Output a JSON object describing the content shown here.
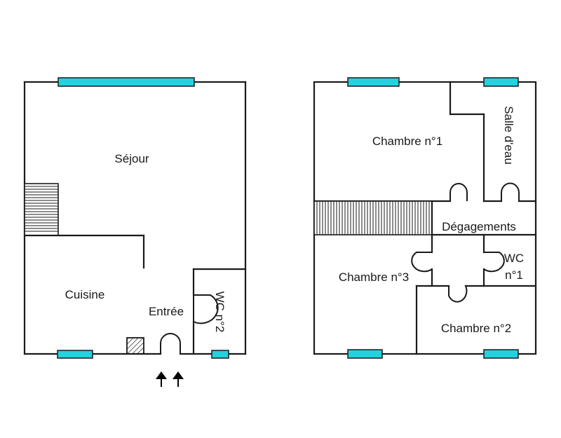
{
  "rooms": {
    "sejour": "Séjour",
    "cuisine": "Cuisine",
    "entree": "Entrée",
    "wc2": "WC n°2",
    "chambre1": "Chambre n°1",
    "salle_eau": "Salle d'eau",
    "degagements": "Dégagements",
    "wc1_line1": "WC",
    "wc1_line2": "n°1",
    "chambre3": "Chambre n°3",
    "chambre2": "Chambre n°2"
  },
  "colors": {
    "window": "#22d3df",
    "wall": "#1a1a1a"
  },
  "icons": [
    "entrance-arrow-icon",
    "chimney-hatch-icon"
  ]
}
